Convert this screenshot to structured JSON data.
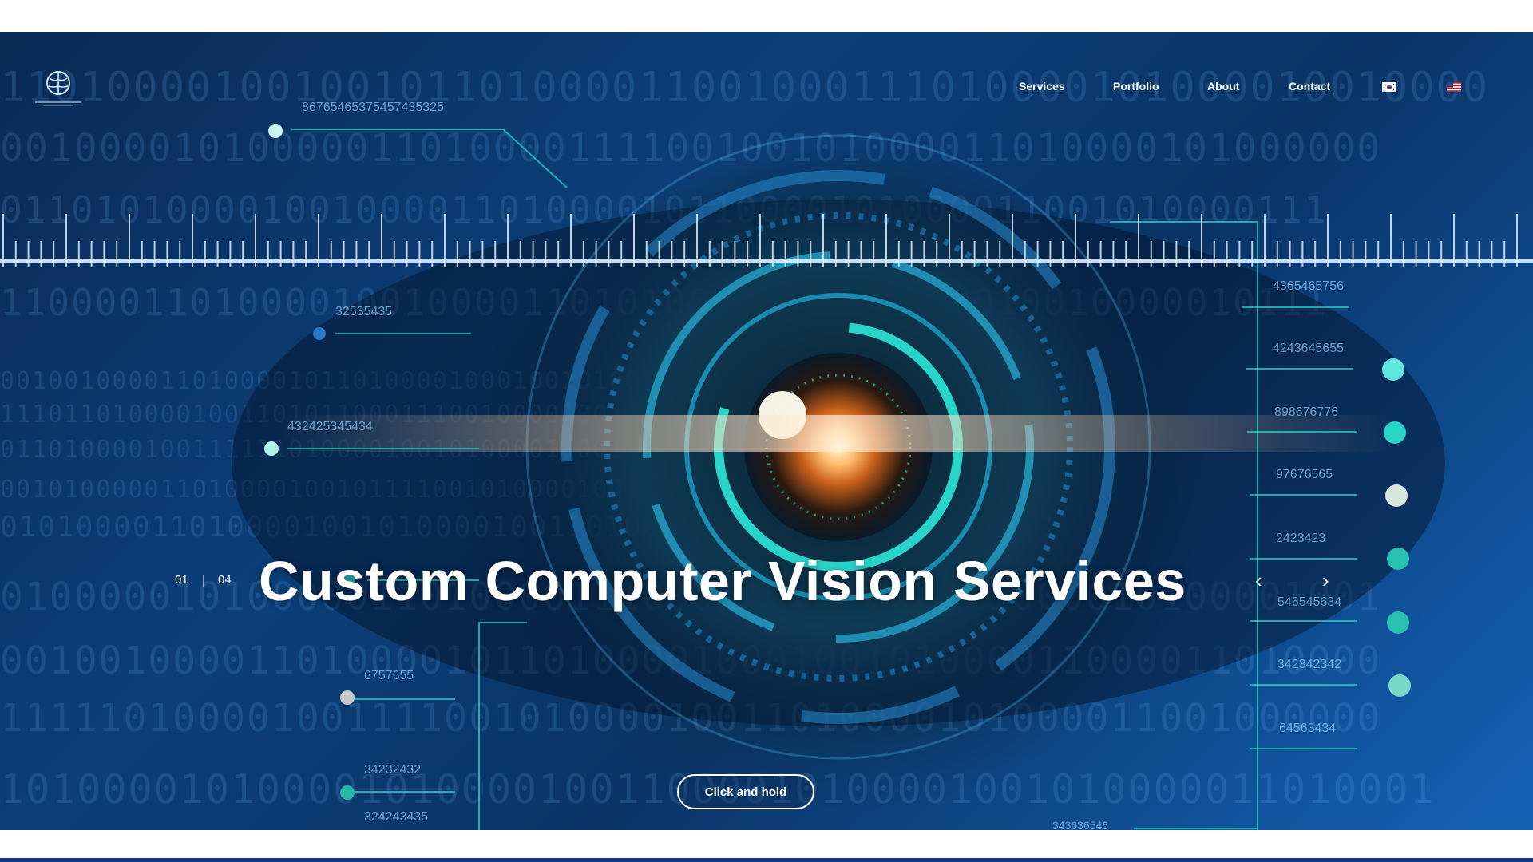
{
  "colors": {
    "accent": "#28d3c8",
    "hero_dark": "#0a2a55",
    "bottom_bar": "#1a3a8a"
  },
  "header": {
    "logo_icon": "brain-logo-icon",
    "nav": [
      "Services",
      "Portfolio",
      "About",
      "Contact"
    ],
    "flags": [
      "korea-flag-icon",
      "us-flag-icon"
    ]
  },
  "hero": {
    "title": "Custom Computer Vision Services",
    "slide_current": "01",
    "slide_total": "04",
    "prev_icon": "chevron-left-icon",
    "next_icon": "chevron-right-icon",
    "cta_label": "Click and hold"
  },
  "decor_numbers": {
    "left": [
      "86765465375457435325",
      "32535435",
      "432425345434",
      "6757655",
      "34232432",
      "324243435"
    ],
    "right": [
      "4365465756",
      "4243645655",
      "898676776",
      "97676565",
      "2423423",
      "546545634",
      "342342342",
      "64563434",
      "343636546"
    ]
  },
  "binary_rows": [
    "11010000100100101101000011001000111010000101000010010000",
    "00100001010000011010000111100100101000011010000101000000",
    "01101010000100100001101000010110000101000011001010000111",
    "11000011010000100100001101010000111101000010010000010111",
    "00100100001101000010110100001000100101000011000011010000",
    "11101101000010011010110001110010000100101000001111101000",
    "01101000010011111101000010010100001000110100001111010000",
    "00101000001101000010010111100101000010011010000101000000",
    "01010000110100001001010000100110100001011000010011000011",
    "01000001010000011010000111000101000010011000010100001001",
    "00100100001101000010110100001000100101000011000011010000",
    "11111010000100111100101000010011010000101000011001000000",
    "10100001010000101000010011000010100001001010000011010001"
  ]
}
